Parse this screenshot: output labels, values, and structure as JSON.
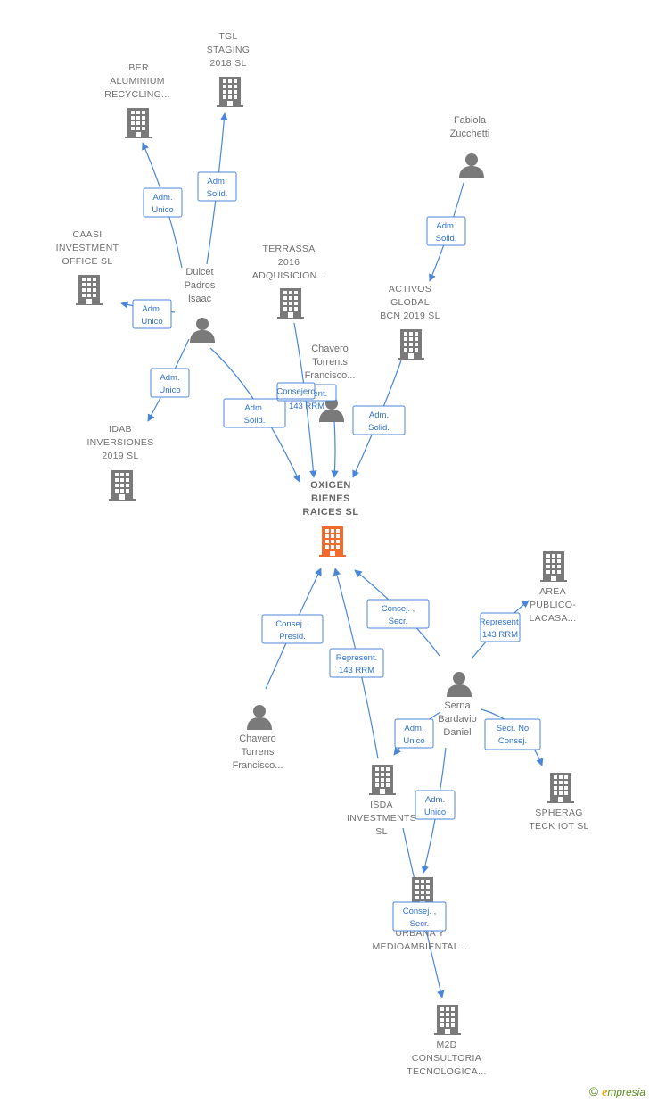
{
  "colors": {
    "edge": "#4a86d8",
    "company": "#7a7a7a",
    "main_company": "#f26a2e",
    "person": "#7a7a7a"
  },
  "nodes": [
    {
      "id": "tgl",
      "type": "company",
      "lines": [
        "TGL",
        "STAGING",
        "2018  SL"
      ]
    },
    {
      "id": "iber",
      "type": "company",
      "lines": [
        "IBER",
        "ALUMINIUM",
        "RECYCLING..."
      ]
    },
    {
      "id": "fabiola",
      "type": "person",
      "lines": [
        "Fabiola",
        "Zucchetti"
      ]
    },
    {
      "id": "caasi",
      "type": "company",
      "lines": [
        "CAASI",
        "INVESTMENT",
        "OFFICE  SL"
      ]
    },
    {
      "id": "dulcet",
      "type": "person",
      "lines": [
        "Dulcet",
        "Padros",
        "Isaac"
      ]
    },
    {
      "id": "terrassa",
      "type": "company",
      "lines": [
        "TERRASSA",
        "2016",
        "ADQUISICION..."
      ]
    },
    {
      "id": "activos",
      "type": "company",
      "lines": [
        "ACTIVOS",
        "GLOBAL",
        "BCN 2019  SL"
      ]
    },
    {
      "id": "chavero1",
      "type": "person",
      "lines": [
        "Chavero",
        "Torrents",
        "Francisco..."
      ]
    },
    {
      "id": "idab",
      "type": "company",
      "lines": [
        "IDAB",
        "INVERSIONES",
        "2019  SL"
      ]
    },
    {
      "id": "oxigen",
      "type": "main",
      "lines": [
        "OXIGEN",
        "BIENES",
        "RAICES  SL"
      ]
    },
    {
      "id": "area",
      "type": "company",
      "lines": [
        "AREA",
        "PUBLICO-",
        "LACASA..."
      ]
    },
    {
      "id": "chavero2",
      "type": "person",
      "lines": [
        "Chavero",
        "Torrens",
        "Francisco..."
      ]
    },
    {
      "id": "serna",
      "type": "person",
      "lines": [
        "Serna",
        "Bardavio",
        "Daniel"
      ]
    },
    {
      "id": "isda",
      "type": "company",
      "lines": [
        "ISDA",
        "INVESTMENTS",
        "SL"
      ]
    },
    {
      "id": "spherag",
      "type": "company",
      "lines": [
        "SPHERAG",
        "TECK IOT  SL"
      ]
    },
    {
      "id": "urbana",
      "type": "company",
      "lines": [
        "URBANA Y",
        "MEDIOAMBIENTAL..."
      ]
    },
    {
      "id": "m2d",
      "type": "company",
      "lines": [
        "M2D",
        "CONSULTORIA",
        "TECNOLOGICA..."
      ]
    }
  ],
  "edges": [
    {
      "id": "e1",
      "lines": [
        "Adm.",
        "Unico"
      ]
    },
    {
      "id": "e2",
      "lines": [
        "Adm.",
        "Solid."
      ]
    },
    {
      "id": "e3",
      "lines": [
        "Adm.",
        "Unico"
      ]
    },
    {
      "id": "e4",
      "lines": [
        "Adm.",
        "Unico"
      ]
    },
    {
      "id": "e5",
      "lines": [
        "Adm.",
        "Solid."
      ]
    },
    {
      "id": "e6",
      "lines": [
        "Represent.",
        "143 RRM"
      ]
    },
    {
      "id": "e7",
      "lines": [
        "Consejero"
      ]
    },
    {
      "id": "e8",
      "lines": [
        "Adm.",
        "Solid."
      ]
    },
    {
      "id": "e9",
      "lines": [
        "Adm.",
        "Solid."
      ]
    },
    {
      "id": "e10",
      "lines": [
        "Consej. ,",
        "Presid."
      ]
    },
    {
      "id": "e11",
      "lines": [
        "Represent.",
        "143 RRM"
      ]
    },
    {
      "id": "e12",
      "lines": [
        "Consej. ,",
        "Secr."
      ]
    },
    {
      "id": "e13",
      "lines": [
        "Represent.",
        "143 RRM"
      ]
    },
    {
      "id": "e14",
      "lines": [
        "Adm.",
        "Unico"
      ]
    },
    {
      "id": "e15",
      "lines": [
        "Adm.",
        "Unico"
      ]
    },
    {
      "id": "e16",
      "lines": [
        "Secr.  No",
        "Consej."
      ]
    },
    {
      "id": "e17",
      "lines": [
        "Adm.",
        "Unico"
      ]
    },
    {
      "id": "e18",
      "lines": [
        "Consej. ,",
        "Secr."
      ]
    }
  ],
  "footer": {
    "copyright": "©",
    "brand_initial": "e",
    "brand_rest": "mpresia"
  }
}
